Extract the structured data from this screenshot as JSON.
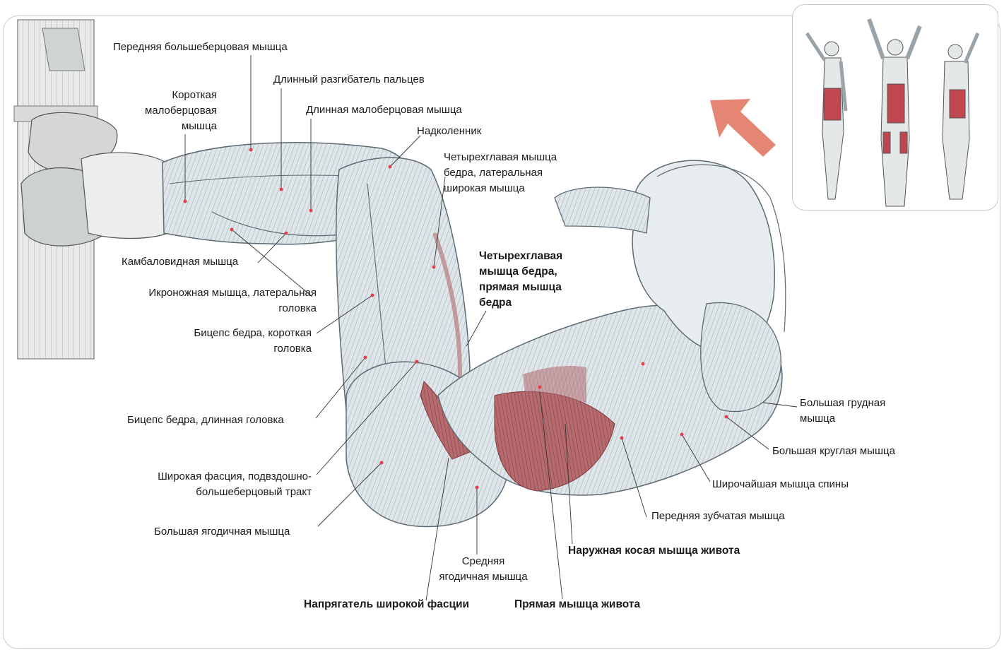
{
  "labels": {
    "tibialis_anterior": "Передняя большеберцовая мышца",
    "ext_digitorum_longus": "Длинный разгибатель пальцев",
    "peroneus_brevis": "Короткая\nмалоберцовая\nмышца",
    "peroneus_longus": "Длинная малоберцовая мышца",
    "patella": "Надколенник",
    "vastus_lateralis": "Четырехглавая мышца\nбедра, латеральная\nширокая мышца",
    "soleus": "Камбаловидная мышца",
    "gastrocnemius_lateral": "Икроножная мышца, латеральная\nголовка",
    "rectus_femoris": "Четырехглавая\nмышца бедра,\nпрямая мышца\nбедра",
    "biceps_short": "Бицепс бедра, короткая\nголовка",
    "biceps_long": "Бицепс бедра, длинная головка",
    "it_band": "Широкая фасция, подвздошно-\nбольшеберцовый тракт",
    "gluteus_maximus": "Большая ягодичная мышца",
    "gluteus_medius": "Средняя\nягодичная мышца",
    "tfl": "Напрягатель широкой фасции",
    "rectus_abdominis": "Прямая мышца живота",
    "external_oblique": "Наружная косая мышца живота",
    "serratus_anterior": "Передняя зубчатая мышца",
    "latissimus_dorsi": "Широчайшая мышца спины",
    "teres_major": "Большая круглая мышца",
    "pectoralis_major": "Большая грудная\nмышца"
  },
  "colors": {
    "muscle_fill": "#dfe6ea",
    "muscle_stroke": "#5e6a72",
    "target_muscle": "#b56a6e",
    "arrow": "#e0705a",
    "leader_line": "#333333"
  },
  "icons": {
    "direction": "arrow-up-left-icon",
    "figures": "muscle-figure-icon"
  }
}
